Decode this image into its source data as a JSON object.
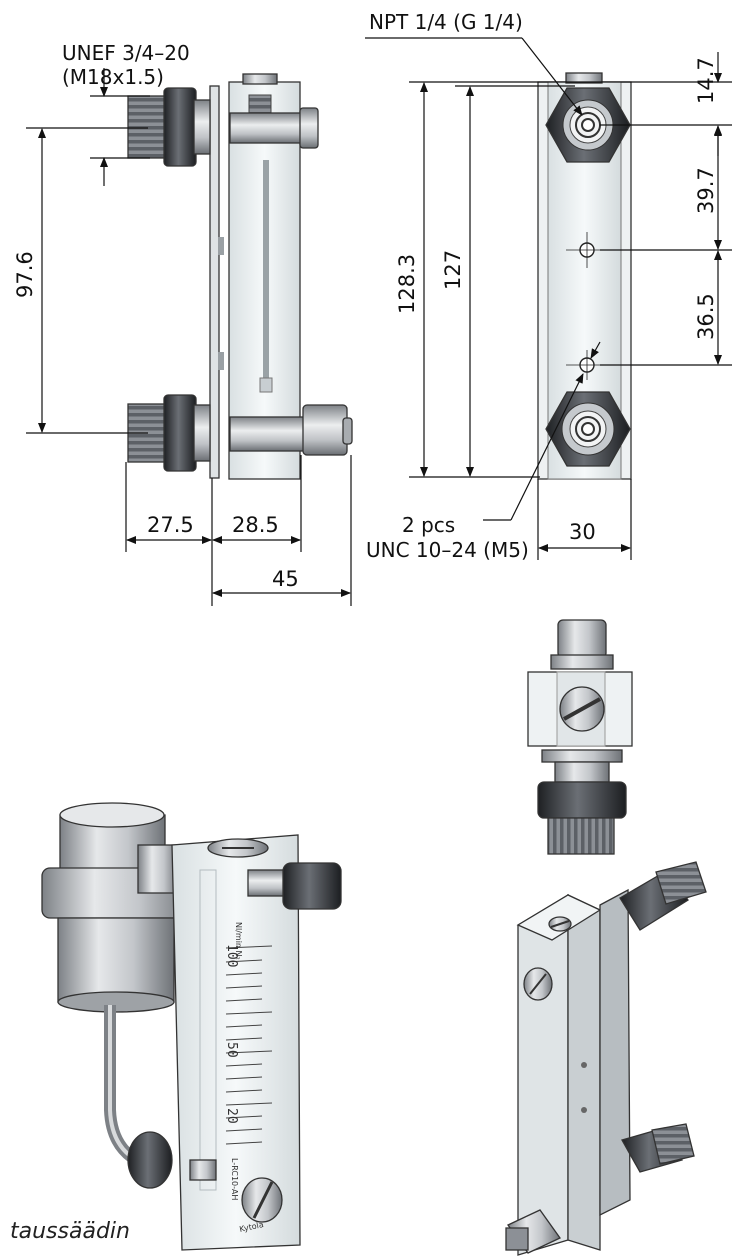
{
  "labels": {
    "unef_thread": "UNEF 3/4–20",
    "unef_metric": "(M18x1.5)",
    "npt_port": "NPT 1/4 (G 1/4)",
    "mount_qty": "2 pcs",
    "mount_thread": "UNC 10–24 (M5)",
    "caption": "taussäädin"
  },
  "dimensions": {
    "port_spacing": "97.6",
    "body_left": "27.5",
    "body_right": "28.5",
    "overall_depth": "45",
    "overall_height": "128.3",
    "body_height": "127",
    "top_offset": "14.7",
    "upper_spacing": "39.7",
    "lower_spacing": "36.5",
    "width": "30"
  },
  "meter_scale": {
    "unit": "Nl/min N₂",
    "marks": [
      "100",
      "50",
      "20"
    ],
    "model": "L-RC10-AH",
    "brand": "Kytola"
  },
  "colors": {
    "line": "#111111",
    "steel": "#b9bcc0",
    "dark_fitting": "#3a3d42",
    "acrylic": "#eef3f4"
  }
}
